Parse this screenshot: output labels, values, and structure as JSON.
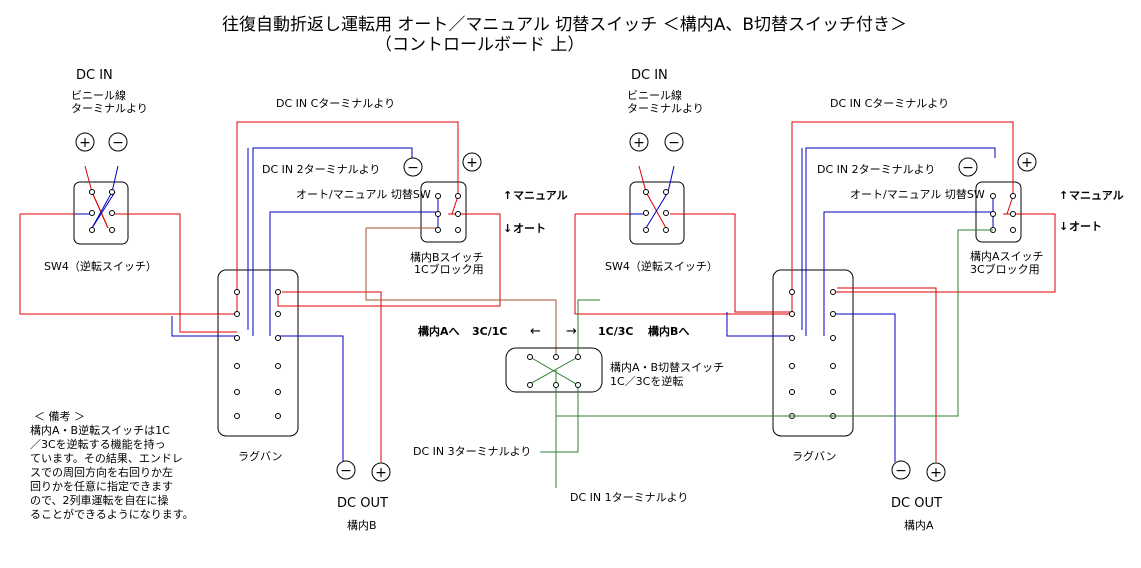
{
  "title": {
    "line1": "往復自動折返し運転用 オート／マニュアル 切替スイッチ ＜構内A、B切替スイッチ付き＞",
    "line2": "（コントロールボード 上）"
  },
  "symbols": {
    "plus": "+",
    "minus": "−",
    "up_arrow": "↑",
    "down_arrow": "↓"
  },
  "colors": {
    "red": "#e00000",
    "blue": "#0000c0",
    "green": "#308030",
    "brown": "#a05028",
    "black": "#000000"
  },
  "left": {
    "dc_in": "DC  IN",
    "vinyl1": "ビニール線",
    "vinyl2": "ターミナルより",
    "dc_in_c": "DC  IN  Cターミナルより",
    "dc_in_2": "DC  IN  2ターミナルより",
    "auto_manual": "オート/マニュアル 切替SW",
    "manual": "マニュアル",
    "auto": "オート",
    "block1": "構内Bスイッチ",
    "block2": "1Cブロック用",
    "sw4": "SW4（逆転スイッチ）",
    "lugban": "ラグバン",
    "dc_out": "DC  OUT",
    "kounai": "構内B"
  },
  "right": {
    "dc_in": "DC  IN",
    "vinyl1": "ビニール線",
    "vinyl2": "ターミナルより",
    "dc_in_c": "DC  IN  Cターミナルより",
    "dc_in_2": "DC  IN  2ターミナルより",
    "auto_manual": "オート/マニュアル 切替SW",
    "manual": "マニュアル",
    "auto": "オート",
    "block1": "構内Aスイッチ",
    "block2": "3Cブロック用",
    "sw4": "SW4（逆転スイッチ）",
    "lugban": "ラグバン",
    "dc_out": "DC  OUT",
    "kounai": "構内A"
  },
  "center": {
    "to_a": "構内Aへ",
    "c31": "3C/1C",
    "arrow_left": "←",
    "arrow_right": "→",
    "c13": "1C/3C",
    "to_b": "構内Bへ",
    "ab1": "構内A・B切替スイッチ",
    "ab2": "1C／3Cを逆転",
    "dc3": "DC  IN  3ターミナルより",
    "dc1": "DC  IN  1ターミナルより"
  },
  "note": {
    "header": "＜ 備考 ＞",
    "lines": [
      "構内A・B逆転スイッチは1C",
      "／3Cを逆転する機能を持っ",
      "ています。その結果、エンドレ",
      "スでの周回方向を右回りか左",
      "回りかを任意に指定できます",
      "ので、2列車運転を自在に操",
      "ることができるようになります。"
    ]
  }
}
